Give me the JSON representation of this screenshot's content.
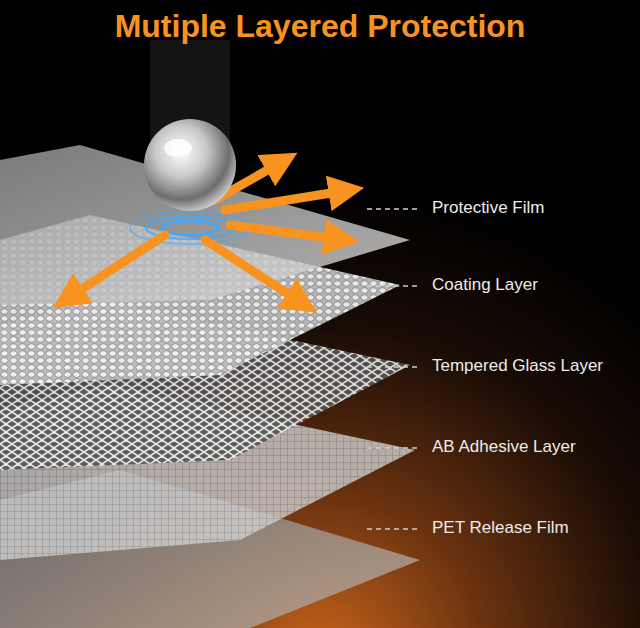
{
  "diagram": {
    "title": "Mutiple Layered Protection",
    "labels": [
      "Protective Film",
      "Coating Layer",
      "Tempered Glass Layer",
      "AB Adhesive Layer",
      "PET Release Film"
    ]
  }
}
